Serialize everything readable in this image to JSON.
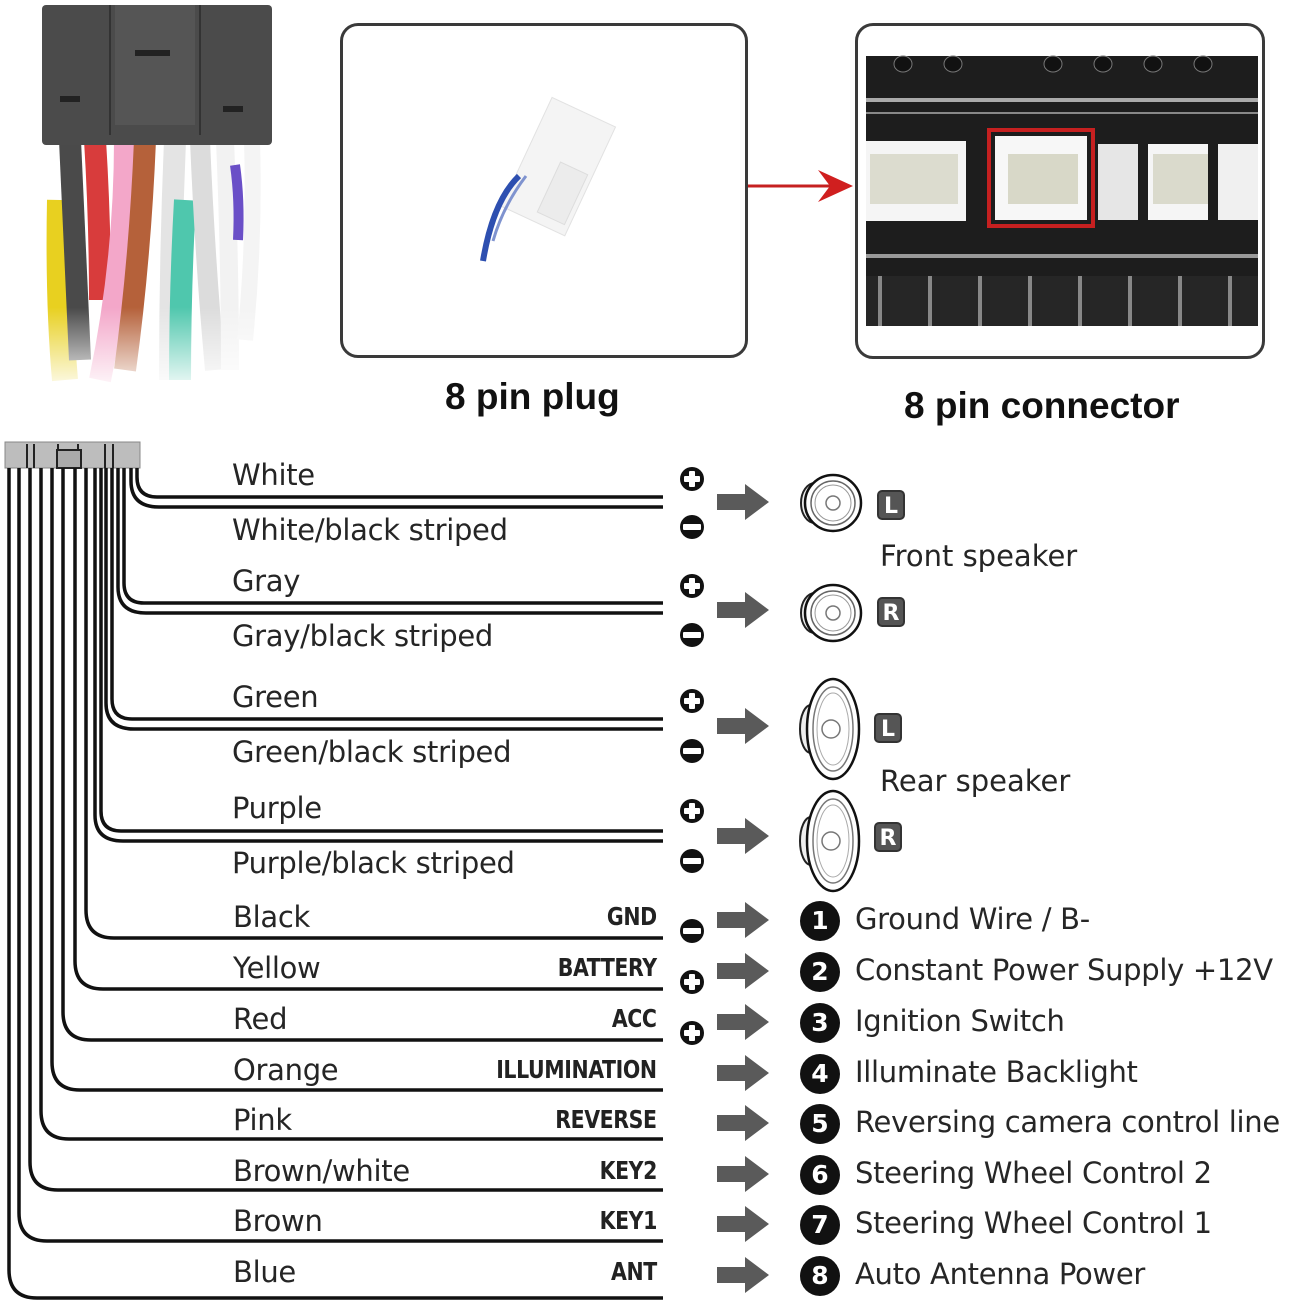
{
  "captions": {
    "plug": "8 pin plug",
    "connector": "8 pin connector"
  },
  "icons": {
    "plus": "plus-circle-icon",
    "minus": "minus-circle-icon",
    "arrow": "right-arrow-icon",
    "round_speaker": "round-speaker-icon",
    "oval_speaker": "oval-speaker-icon"
  },
  "colors": {
    "wire_line": "#111111",
    "arrow_fill": "#5a5a5a",
    "highlight_red": "#c62020",
    "badge_dark": "#111111",
    "lr_badge": "#555555"
  },
  "speaker_wires": [
    {
      "label": "White",
      "polarity": "+"
    },
    {
      "label": "White/black striped",
      "polarity": "-"
    },
    {
      "label": "Gray",
      "polarity": "+"
    },
    {
      "label": "Gray/black striped",
      "polarity": "-"
    },
    {
      "label": "Green",
      "polarity": "+"
    },
    {
      "label": "Green/black striped",
      "polarity": "-"
    },
    {
      "label": "Purple",
      "polarity": "+"
    },
    {
      "label": "Purple/black striped",
      "polarity": "-"
    }
  ],
  "speakers": [
    {
      "side": "L",
      "type": "round",
      "group": "front"
    },
    {
      "side": "R",
      "type": "round",
      "group": "front"
    },
    {
      "side": "L",
      "type": "oval",
      "group": "rear"
    },
    {
      "side": "R",
      "type": "oval",
      "group": "rear"
    }
  ],
  "speaker_groups": {
    "front": "Front speaker",
    "rear": "Rear speaker"
  },
  "power_wires": [
    {
      "color": "Black",
      "function": "GND",
      "polarity": "-",
      "number": "1",
      "description": "Ground Wire / B-"
    },
    {
      "color": "Yellow",
      "function": "BATTERY",
      "polarity": "+",
      "number": "2",
      "description": "Constant Power Supply +12V"
    },
    {
      "color": "Red",
      "function": "ACC",
      "polarity": "+",
      "number": "3",
      "description": "Ignition Switch"
    },
    {
      "color": "Orange",
      "function": "ILLUMINATION",
      "polarity": "",
      "number": "4",
      "description": "Illuminate Backlight"
    },
    {
      "color": "Pink",
      "function": "REVERSE",
      "polarity": "",
      "number": "5",
      "description": "Reversing camera control line"
    },
    {
      "color": "Brown/white",
      "function": "KEY2",
      "polarity": "",
      "number": "6",
      "description": "Steering Wheel Control 2"
    },
    {
      "color": "Brown",
      "function": "KEY1",
      "polarity": "",
      "number": "7",
      "description": "Steering Wheel Control 1"
    },
    {
      "color": "Blue",
      "function": "ANT",
      "polarity": "",
      "number": "8",
      "description": "Auto  Antenna Power"
    }
  ]
}
